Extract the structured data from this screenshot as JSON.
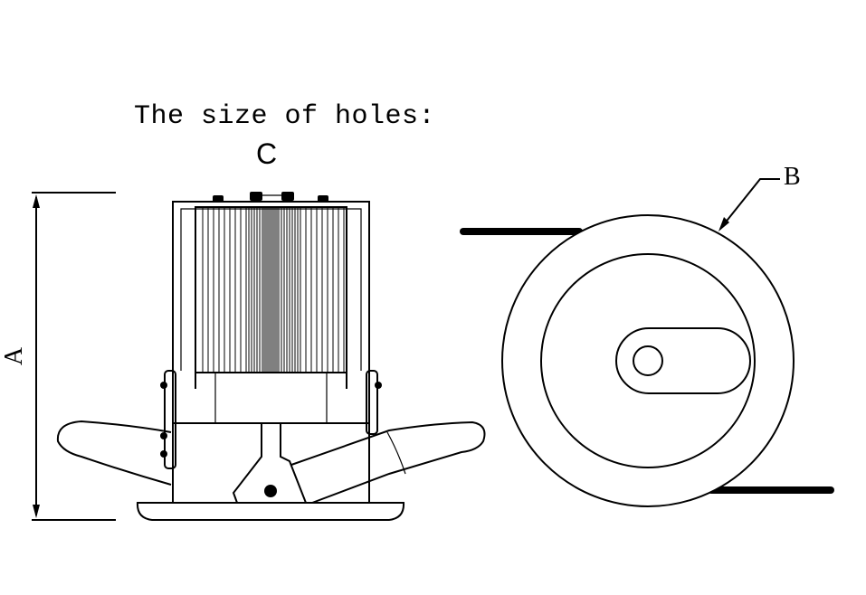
{
  "caption": "The size of holes:",
  "labels": {
    "c": "C",
    "b": "B",
    "a": "A"
  }
}
